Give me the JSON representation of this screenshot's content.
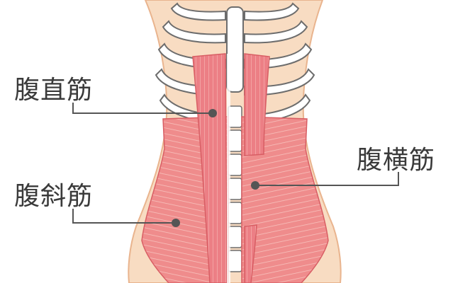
{
  "labels": {
    "rectus": "腹直筋",
    "oblique": "腹斜筋",
    "transverse": "腹横筋"
  },
  "colors": {
    "skin": "#f8dcc2",
    "skin_outline": "#e9b48e",
    "muscle": "#ef8c8c",
    "muscle_dark": "#d85e64",
    "muscle_stripe": "#f6b8b4",
    "bone": "#ffffff",
    "bone_outline": "#6d6d6d",
    "leader_line": "#555555",
    "text": "#3a3a3a"
  }
}
